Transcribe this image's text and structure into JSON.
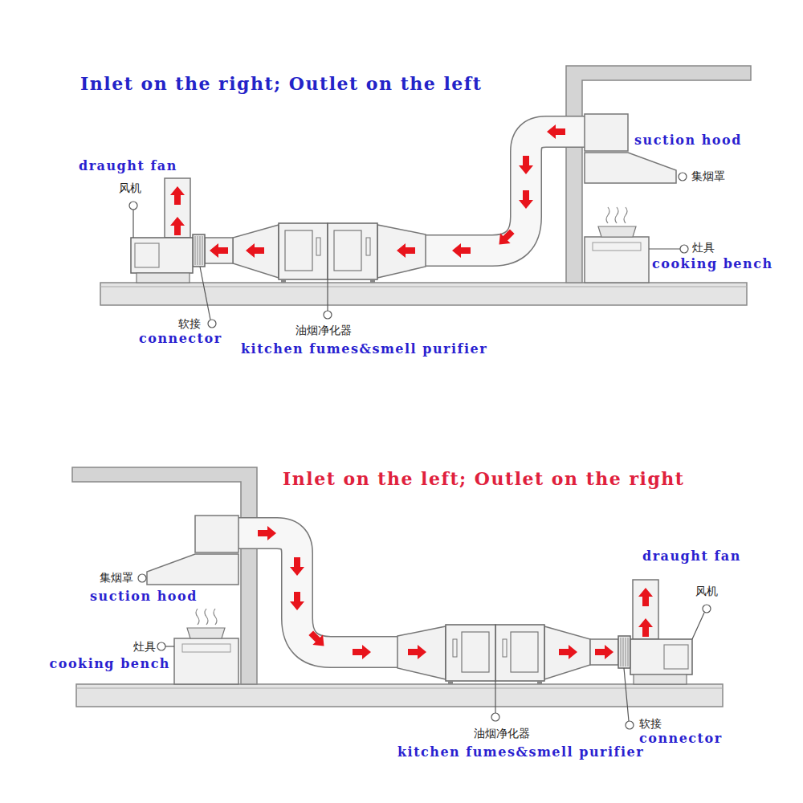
{
  "diagram": {
    "labels": [
      "Inlet on the right; Outlet on the left",
      "draught fan",
      "风机",
      "suction hood",
      "集烟罩",
      "灶具",
      "cooking bench",
      "软接",
      "connector",
      "油烟净化器",
      "kitchen fumes&smell purifier",
      "Inlet on the left; Outlet on the right",
      "集烟罩",
      "suction hood",
      "灶具",
      "cooking bench",
      "draught fan",
      "风机",
      "软接",
      "connector",
      "油烟净化器",
      "kitchen fumes&smell purifier"
    ]
  }
}
